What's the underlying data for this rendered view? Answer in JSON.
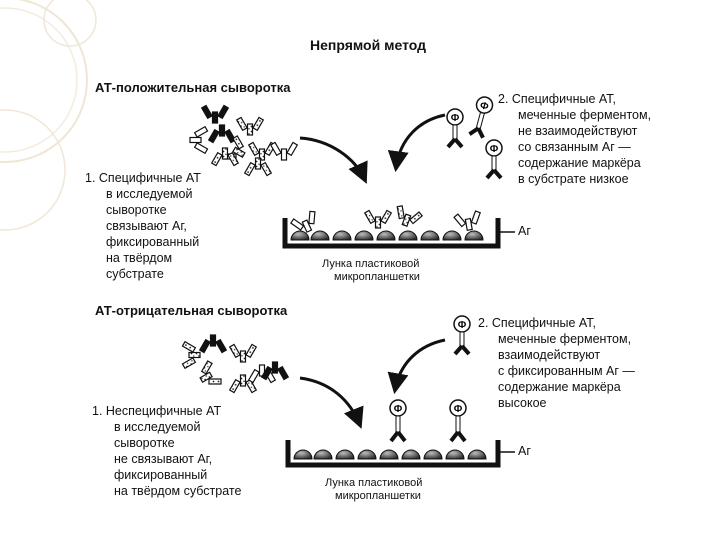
{
  "title": "Непрямой метод",
  "positive": {
    "heading": "АТ-положительная сыворотка",
    "step1": [
      "1. Специфичные АТ",
      "в исследуемой",
      "сыворотке",
      "связывают Аг,",
      "фиксированный",
      "на твёрдом",
      "субстрате"
    ],
    "step2": [
      "2. Специфичные АТ,",
      "меченные ферментом,",
      "не взаимодействуют",
      "со связанным Аг —",
      "содержание маркёра",
      "в субстрате низкое"
    ],
    "ag_label": "Аг",
    "well_label": [
      "Лунка пластиковой",
      "микропланшетки"
    ]
  },
  "negative": {
    "heading": "АТ-отрицательная сыворотка",
    "step1": [
      "1. Неспецифичные АТ",
      "в исследуемой",
      "сыворотке",
      "не связывают Аг,",
      "фиксированный",
      "на твёрдом субстрате"
    ],
    "step2": [
      "2. Специфичные АТ,",
      "меченные ферментом,",
      "взаимодействуют",
      "с фиксированным Аг —",
      "содержание маркёра",
      "высокое"
    ],
    "ag_label": "Аг",
    "well_label": [
      "Лунка пластиковой",
      "микропланшетки"
    ]
  },
  "enzyme_symbol": "Ф",
  "colors": {
    "ink": "#111111",
    "deco": "#e8dcc2"
  }
}
